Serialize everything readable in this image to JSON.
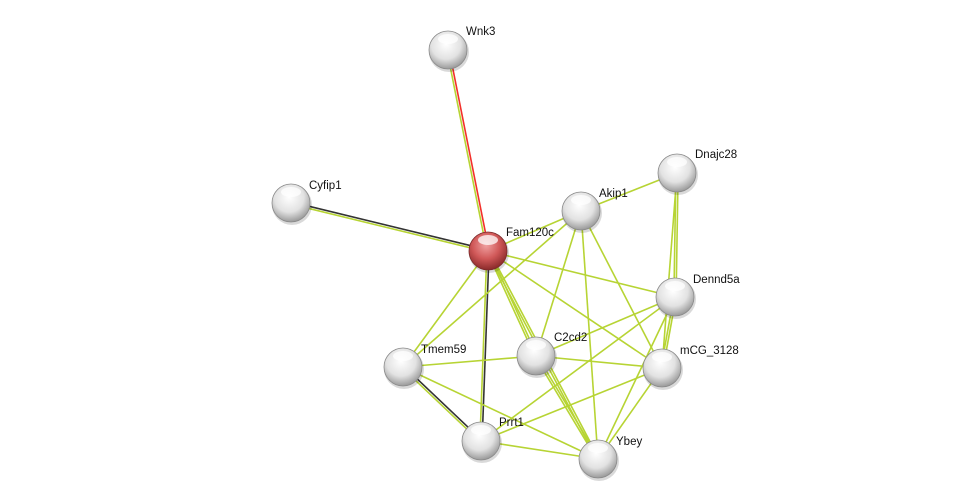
{
  "network": {
    "nodes": [
      {
        "id": "Wnk3",
        "label": "Wnk3",
        "query": false
      },
      {
        "id": "Cyfip1",
        "label": "Cyfip1",
        "query": false
      },
      {
        "id": "Fam120c",
        "label": "Fam120c",
        "query": true
      },
      {
        "id": "Akip1",
        "label": "Akip1",
        "query": false
      },
      {
        "id": "Dnajc28",
        "label": "Dnajc28",
        "query": false
      },
      {
        "id": "Dennd5a",
        "label": "Dennd5a",
        "query": false
      },
      {
        "id": "mCG_3128",
        "label": "mCG_3128",
        "query": false
      },
      {
        "id": "C2cd2",
        "label": "C2cd2",
        "query": false
      },
      {
        "id": "Tmem59",
        "label": "Tmem59",
        "query": false
      },
      {
        "id": "Prrt1",
        "label": "Prrt1",
        "query": false
      },
      {
        "id": "Ybey",
        "label": "Ybey",
        "query": false
      }
    ],
    "edges": [
      {
        "a": "Wnk3",
        "b": "Fam120c",
        "types": [
          "experiments",
          "textmining"
        ]
      },
      {
        "a": "Cyfip1",
        "b": "Fam120c",
        "types": [
          "coexpression",
          "textmining"
        ]
      },
      {
        "a": "Fam120c",
        "b": "Prrt1",
        "types": [
          "coexpression",
          "textmining"
        ]
      },
      {
        "a": "Tmem59",
        "b": "Prrt1",
        "types": [
          "coexpression",
          "textmining"
        ]
      },
      {
        "a": "Fam120c",
        "b": "Akip1",
        "types": [
          "textmining"
        ]
      },
      {
        "a": "Fam120c",
        "b": "Tmem59",
        "types": [
          "textmining"
        ]
      },
      {
        "a": "Fam120c",
        "b": "C2cd2",
        "types": [
          "textmining",
          "textmining"
        ]
      },
      {
        "a": "Fam120c",
        "b": "Ybey",
        "types": [
          "textmining",
          "textmining"
        ]
      },
      {
        "a": "Fam120c",
        "b": "Dennd5a",
        "types": [
          "textmining"
        ]
      },
      {
        "a": "Fam120c",
        "b": "mCG_3128",
        "types": [
          "textmining"
        ]
      },
      {
        "a": "Akip1",
        "b": "Dnajc28",
        "types": [
          "textmining"
        ]
      },
      {
        "a": "Akip1",
        "b": "Tmem59",
        "types": [
          "textmining"
        ]
      },
      {
        "a": "Akip1",
        "b": "C2cd2",
        "types": [
          "textmining"
        ]
      },
      {
        "a": "Akip1",
        "b": "Ybey",
        "types": [
          "textmining"
        ]
      },
      {
        "a": "Akip1",
        "b": "mCG_3128",
        "types": [
          "textmining"
        ]
      },
      {
        "a": "Dnajc28",
        "b": "Dennd5a",
        "types": [
          "textmining",
          "textmining"
        ]
      },
      {
        "a": "Dnajc28",
        "b": "mCG_3128",
        "types": [
          "textmining"
        ]
      },
      {
        "a": "Dennd5a",
        "b": "C2cd2",
        "types": [
          "textmining"
        ]
      },
      {
        "a": "Dennd5a",
        "b": "Prrt1",
        "types": [
          "textmining"
        ]
      },
      {
        "a": "Dennd5a",
        "b": "mCG_3128",
        "types": [
          "textmining",
          "textmining"
        ]
      },
      {
        "a": "Dennd5a",
        "b": "Ybey",
        "types": [
          "textmining"
        ]
      },
      {
        "a": "Tmem59",
        "b": "C2cd2",
        "types": [
          "textmining"
        ]
      },
      {
        "a": "Tmem59",
        "b": "Ybey",
        "types": [
          "textmining"
        ]
      },
      {
        "a": "C2cd2",
        "b": "Ybey",
        "types": [
          "textmining",
          "textmining"
        ]
      },
      {
        "a": "C2cd2",
        "b": "mCG_3128",
        "types": [
          "textmining"
        ]
      },
      {
        "a": "Prrt1",
        "b": "mCG_3128",
        "types": [
          "textmining"
        ]
      },
      {
        "a": "Prrt1",
        "b": "Ybey",
        "types": [
          "textmining"
        ]
      },
      {
        "a": "mCG_3128",
        "b": "Ybey",
        "types": [
          "textmining"
        ]
      }
    ],
    "colors": {
      "experiments": "#f2302a",
      "textmining": "#b7d434",
      "coexpression": "#333333",
      "query_node": "#c44a4a",
      "node": "#dcdcdc"
    }
  }
}
